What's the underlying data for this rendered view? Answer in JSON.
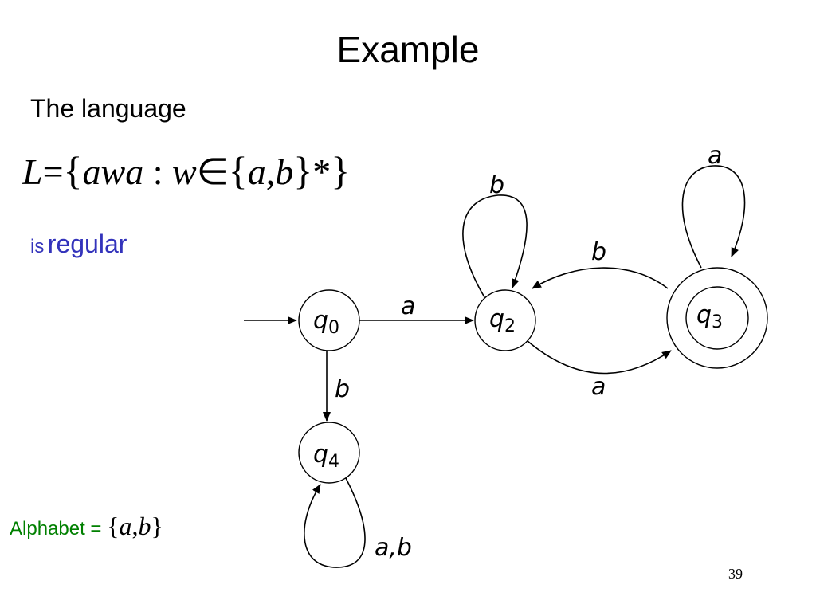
{
  "slide": {
    "title": "Example",
    "intro": "The language",
    "formula": {
      "lhs": "L",
      "eq": "=",
      "open": "{",
      "word": "awa",
      "colon": ":",
      "var": "w",
      "in": "∈",
      "open2": "{",
      "sym_a": "a",
      "comma": ",",
      "sym_b": "b",
      "close2": "}",
      "star": "*",
      "close": "}"
    },
    "regular_is": "is",
    "regular_word": "regular",
    "alphabet_label": "Alphabet =",
    "alphabet_set": {
      "open": "{",
      "a": "a",
      "comma": ",",
      "b": "b",
      "close": "}"
    },
    "page_number": "39"
  },
  "colors": {
    "regular_text": "#3333bb",
    "alphabet_text": "#008000",
    "stroke": "#000000"
  },
  "automaton": {
    "states": [
      {
        "id": "q0",
        "base": "q",
        "sub": "0",
        "start": true,
        "accepting": false
      },
      {
        "id": "q2",
        "base": "q",
        "sub": "2",
        "start": false,
        "accepting": false
      },
      {
        "id": "q3",
        "base": "q",
        "sub": "3",
        "start": false,
        "accepting": true
      },
      {
        "id": "q4",
        "base": "q",
        "sub": "4",
        "start": false,
        "accepting": false
      }
    ],
    "transitions": [
      {
        "from": "q0",
        "to": "q2",
        "label": "a"
      },
      {
        "from": "q0",
        "to": "q4",
        "label": "b"
      },
      {
        "from": "q2",
        "to": "q2",
        "label": "b"
      },
      {
        "from": "q2",
        "to": "q3",
        "label": "a"
      },
      {
        "from": "q3",
        "to": "q2",
        "label": "b"
      },
      {
        "from": "q3",
        "to": "q3",
        "label": "a"
      },
      {
        "from": "q4",
        "to": "q4",
        "label": "a,b"
      }
    ]
  }
}
